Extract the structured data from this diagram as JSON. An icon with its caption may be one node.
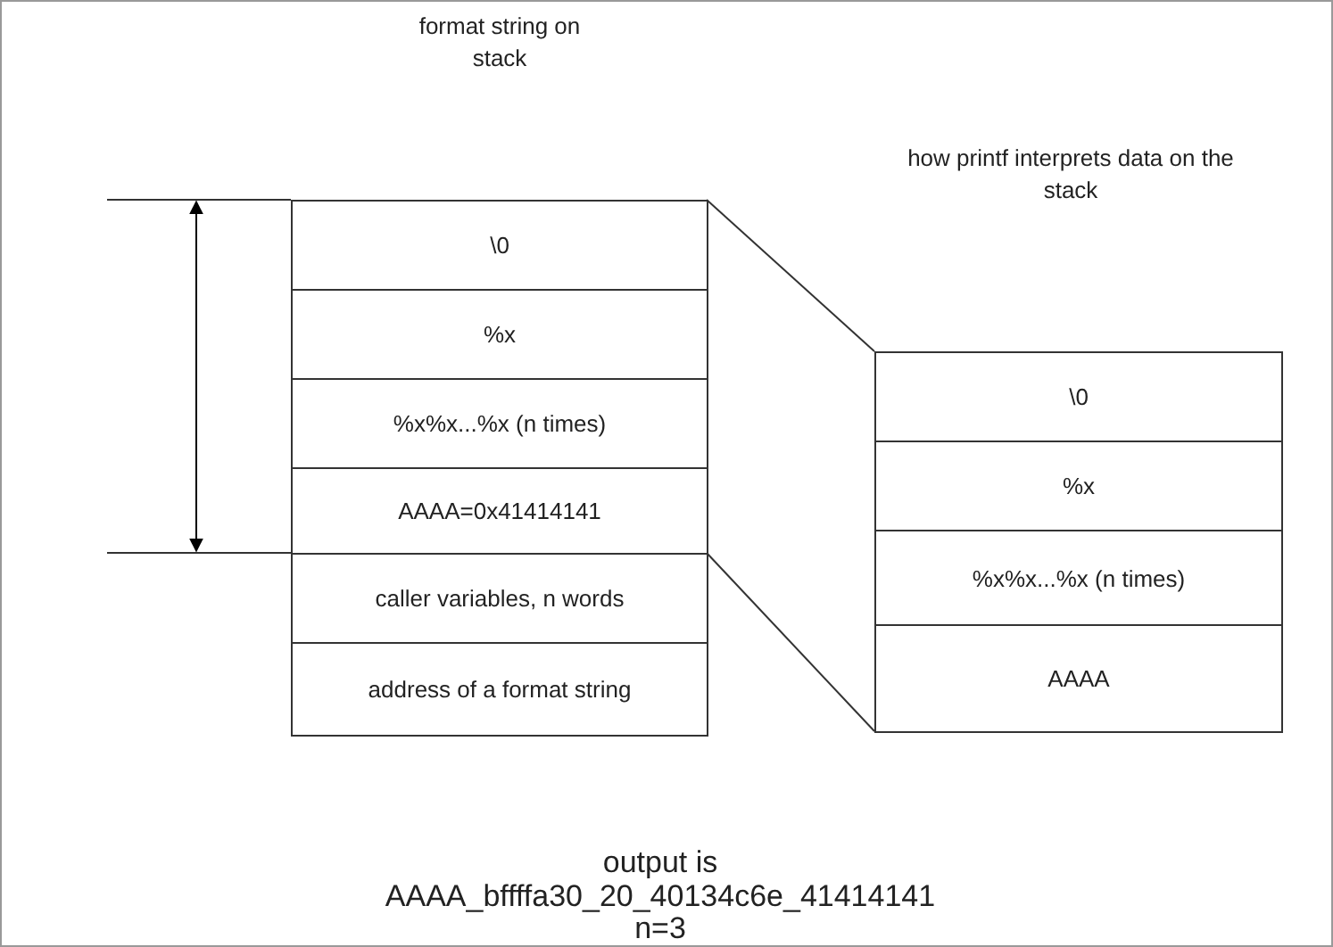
{
  "diagram": {
    "nodes": [
      {
        "text": [
          "\\0"
        ]
      },
      {
        "text": [
          "%x"
        ]
      },
      {
        "text": [
          "%x%x...%x (n times)"
        ]
      },
      {
        "text": [
          "AAAA=0x41414141"
        ]
      },
      {
        "text": [
          "caller variables, n words"
        ]
      },
      {
        "text": [
          "address of a format string"
        ]
      },
      {
        "text": [
          "\\0"
        ]
      },
      {
        "text": [
          "%x"
        ]
      },
      {
        "text": [
          "%x%x...%x (n times)"
        ]
      },
      {
        "text": [
          "AAAA"
        ]
      }
    ],
    "edges": [
      {
        "from": 0,
        "to": 6,
        "arrow": "none"
      },
      {
        "from": 3,
        "to": 9,
        "arrow": "none"
      }
    ],
    "labels": [
      "format string on stack",
      "how printf interprets data on the stack",
      "output is",
      "AAAA_bffffa30_20_40134c6e_41414141",
      "n=3"
    ]
  }
}
